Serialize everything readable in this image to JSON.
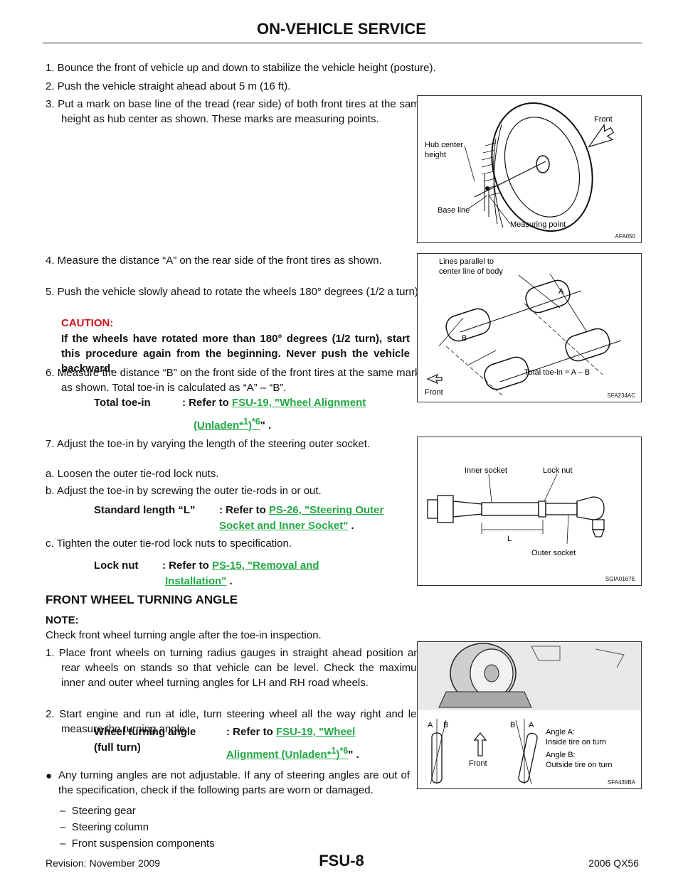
{
  "header": {
    "title": "ON-VEHICLE SERVICE"
  },
  "steps": {
    "s1": "1.  Bounce the front of vehicle up and down to stabilize the vehicle height (posture).",
    "s2": "2.  Push the vehicle straight ahead about 5 m (16 ft).",
    "s3": "3.  Put a mark on base line of the tread (rear side) of both front tires at the same height as hub center as shown. These marks are measuring points.",
    "s4": "4.  Measure the distance “A” on the rear side of the front tires as shown.",
    "s5": "5.  Push the vehicle slowly ahead to rotate the wheels 180° degrees (1/2 a turn).",
    "caution_head": "CAUTION:",
    "caution_text": "If the wheels have rotated more than 180° degrees (1/2 turn), start this procedure again from the beginning. Never push the vehicle backward.",
    "s6": "6.  Measure the distance “B” on the front side of the front tires at the same marks as shown. Total toe-in is calculated as “A” – “B”.",
    "s7": "7.  Adjust the toe-in by varying the length of the steering outer socket.",
    "sa": "a.  Loosen the outer tie-rod lock nuts.",
    "sb": "b.  Adjust the toe-in by screwing the outer tie-rods in or out.",
    "sc": "c.  Tighten the outer tie-rod lock nuts to specification."
  },
  "specs": {
    "toe": {
      "label": "Total toe-in",
      "prefix": ": Refer to ",
      "link1": "FSU-19, \"Wheel Alignment",
      "link2a": "(Unladen*",
      "sup1": "1",
      "link2b": ")",
      "sup2": "*6",
      "end": "\" ."
    },
    "len": {
      "label": "Standard length “L”",
      "prefix": ": Refer to ",
      "link1": "PS-26, \"Steering Outer",
      "link2": "Socket and Inner Socket\"",
      "end": " ."
    },
    "nut": {
      "label": "Lock nut",
      "prefix": ": Refer to ",
      "link1": "PS-15, \"Removal and",
      "link2": "Installation\"",
      "end": " ."
    },
    "turn": {
      "label1": "Wheel turning angle",
      "label2": "(full turn)",
      "prefix": ": Refer to ",
      "link1": "FSU-19, \"Wheel",
      "link2a": "Alignment (Unladen*",
      "sup1": "1",
      "link2b": ")",
      "sup2": "*6",
      "end": "\" ."
    }
  },
  "section": {
    "heading": "FRONT WHEEL TURNING ANGLE",
    "note_head": "NOTE:",
    "note_text": "Check front wheel turning angle after the toe-in inspection.",
    "t1": "1.  Place front wheels on turning radius gauges in straight ahead position and rear wheels on stands so that vehicle can be level. Check the maximum inner and outer wheel turning angles for LH and RH road wheels.",
    "t2": "2.  Start engine and run at idle, turn steering wheel all the way right and left, measure the turning angle.",
    "bullet": "Any turning angles are not adjustable. If any of steering angles are out of the specification, check if the following parts are worn or damaged.",
    "parts": [
      "Steering gear",
      "Steering column",
      "Front suspension components"
    ]
  },
  "figures": {
    "f1": {
      "id": "AFA050",
      "front": "Front",
      "hub1": "Hub center",
      "hub2": "height",
      "base": "Base line",
      "measure": "Measuring point"
    },
    "f2": {
      "id": "SFA234AC",
      "lines1": "Lines parallel to",
      "lines2": "center line of body",
      "a": "A",
      "b": "B",
      "total": "Total toe-in  =  A – B",
      "front": "Front"
    },
    "f3": {
      "id": "SGIA0167E",
      "inner": "Inner socket",
      "lock": "Lock nut",
      "l": "L",
      "outer": "Outer socket"
    },
    "f4": {
      "id": "SFA439BA",
      "a": "A",
      "b": "B",
      "front": "Front",
      "angA1": "Angle A:",
      "angA2": "Inside tire on turn",
      "angB1": "Angle B:",
      "angB2": "Outside tire on turn"
    }
  },
  "footer": {
    "revision": "Revision: November 2009",
    "page": "FSU-8",
    "model": "2006 QX56"
  }
}
